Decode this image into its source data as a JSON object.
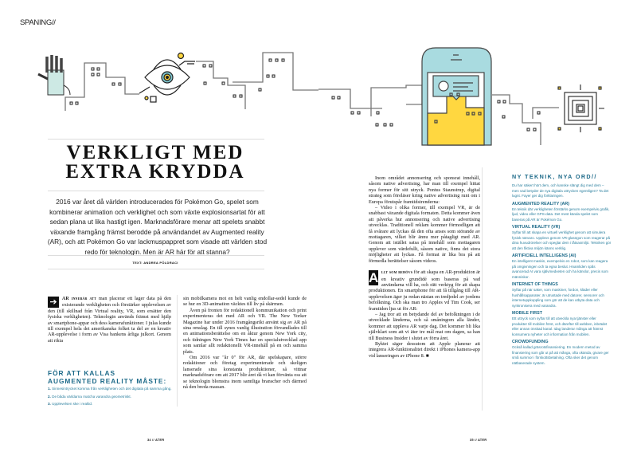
{
  "section": "SPANING//",
  "title_line1": "VERKLIGT MED",
  "title_line2": "EXTRA KRYDDA",
  "intro": "2016 var året då världen introducerades för Pokémon Go, spelet som kombinerar animation och verklighet och som växte explosionsartat för att sedan plana ut lika hastigt igen. Marknadsförare menar att spelets snabbt växande framgång främst berodde på användandet av Augmented reality (AR), och att Pokémon Go var lackmuspappret som visade att världen stod redo för teknologin. Men är AR här för att stanna?",
  "byline": "TEXT: ANDREA PÖLDRACI",
  "col1": {
    "arrow_icon": "arrow-right-icon",
    "lead": "AR innebär att",
    "text": " man placerar ett lager data på den existerande verkligheten och förstärker upplevelsen av den (till skillnad från Virtual reality, VR, som ersätter den fysiska verkligheten). Teknologin används främst med hjälp av smartphone-appar och dess kamerafunktioner. I julas kunde till exempel hela det amerikanska folket ta del av en kreativ AR-upplevelse i form av Visa bankens årliga julkort. Genom att rikta"
  },
  "col2": {
    "p1": "sin mobilkamera mot en helt vanlig endollar-sedel kunde de se hur en 3D-animation väcktes till liv på skärmen.",
    "p2": "Även på fronten för redaktionell kommunikation och print experimenteras det med AR och VR. The New Yorker Magazine har under 2016 framgångsrikt använt sig av AR på sina omslag. En till synes vanlig illustration förvandlades till en animationsberättelse om en åktur genom New York city, och tidningen New York Times har en specialutvecklad app som samlar allt redaktionellt VR-innehåll på en och samma plats.",
    "p3": "Om 2016 var \"år 0\" för AR, där spelskapare, större redaktioner och företag experimenterade och skeligen lanserade sina konstanta produktioner, så vittnar marknadsförare om att 2017 blir året då vi kan förvänta oss att se teknologin blomstra inom samtliga branscher och därmed nå den breda massan."
  },
  "col3": {
    "p1": "Inom området annonsering och sponsrat innehåll, såsom native advertising, har man till exempel hittat nya former för sitt utryck. Pontus Staunstrup, digital strateg som föreläser kring native advertising runt om i Europa förutspår framtidstrenderna:",
    "p2": "– Video i olika former, till exempel VR, är de snabbast växande digitala formaten. Detta kommer även att påverka hur annonsering och native advertising utvecklas. Traditionell reklam kommer förmodligen att få svårare att lyckas då den ofta anses som störande av mottagaren, vilket blir ännu mer påtagligt med AR. Genom att istället satsa på innehåll som mottagaren upplever som värdefullt, såsom native, finns det stora möjligheter att lyckas. Få format är lika bra på att förmedla berättelser såsom videos.",
    "dropcap": "A",
    "lead": "llt som behövs",
    "p3": " för att skapa en AR-produktion är en kreativ grundidé som baseras på vad användarna vill ha, och rätt verktyg för att skapa produktionen. En smartphone för att få tillgång till AR-upplevelsen äger ju redan nästan en tredjedel av jordens befolkning. Och ska man tro Apples vd Tim Cook, ser framtiden ljus ut för AR:",
    "p4": "– Jag tror att en betydande del av befolkningen i de utvecklade länderna, och så småningom alla länder, kommer att uppleva AR varje dag. Det kommer bli lika självklart som att vi äter tre mål mat om dagen, sa han till Business Insider i slutet av förra året.",
    "p5": "Ryktet säger dessutom att Apple planerar att integrera AR-funktionalitet direkt i iPhones kamera-app vid lanseringen av iPhone 8. ■"
  },
  "box": {
    "title_line1": "FÖR ATT KALLAS",
    "title_line2": "AUGMENTED REALITY MÅSTE:",
    "items": [
      {
        "num": "1.",
        "text": "Sinnesintrycket komma från verkligheten och det digitala på samma gång."
      },
      {
        "num": "2.",
        "text": "De båda världarna matcha varandra geometriskt."
      },
      {
        "num": "3.",
        "text": "Upplevelsen ske i realtid."
      }
    ]
  },
  "sidebar": {
    "title": "NY TEKNIK, NYA ORD//",
    "intro": "Du har säkert hört dem, och kanske slängt dig med dem – men vad betyder de nya digitala uttrycken egentligen? Ta det lugnt. Fayer ger dig förklaringen.",
    "terms": [
      {
        "term": "AUGMENTED REALITY (AR)",
        "def": "En teknik där verkligheten förstärks genom exempelvis grafik, ljud, video eller GPS-data. Det mest kända spelet som baseras på AR är Pokémon Go."
      },
      {
        "term": "VIRTUAL REALITY (VR)",
        "def": "Syftar till att skapa en virtuell verklighet genom att simulera fysisk närvaro. Upplevs genom VR-glasögon som reagerar på dina huvudrörelser och speglar dem i låtsasmiljö. Tekniken gör att den fiktiva miljön känns verklig."
      },
      {
        "term": "ARTIFICIELL INTELLIGENS (AI)",
        "def": "En intelligent maskin, exempelvis en robot, som kan reagera på omgivningen och ta egna beslut. Hnamliden spås avancerad AI vara självmedveten och ha känslor, precis som människor."
      },
      {
        "term": "INTERNET OF THINGS",
        "def": "Syftar på när saker, som maskiner, fordon, kläder eller hushållsapparater, är utrustade med datorer, sensorer och internetuppkoppling som gör att de kan utbyta data och synkronisera med varandra."
      },
      {
        "term": "MOBILE FIRST",
        "def": "Ett uttryck som syftar till att utveckla nya tjänster eller produkter till mobilen först, och därefter till webben, inbrädet eller annan önskad kanal. Idag landerar många att främst konsumera nyheter och information från mobilen."
      },
      {
        "term": "CROWDFUNDING",
        "def": "Också kallad gräsrotsfinansiering. En modern metod av finansiering som går ut på att många, ofta okända, givare ger små summor i förskottsbetalning. Ofta sker det genom nätbaserade system."
      }
    ]
  },
  "footer_left": "34 // ATER",
  "footer_right": "35 // ATER",
  "colors": {
    "accent": "#1d6a89",
    "phone": "#a9dbe0",
    "yellow": "#ffd740"
  }
}
